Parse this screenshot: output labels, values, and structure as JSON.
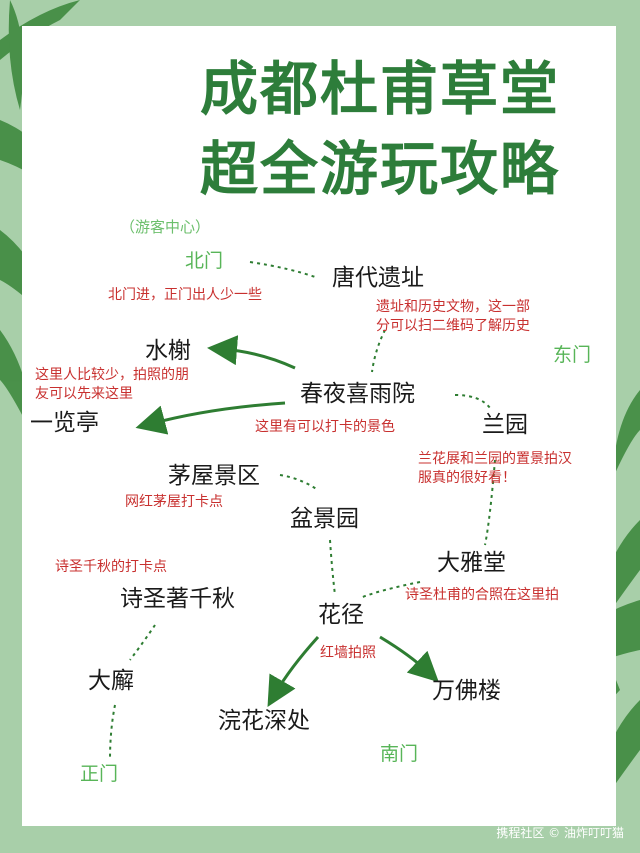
{
  "title": {
    "line1": "成都杜甫草堂",
    "line2": "超全游玩攻略"
  },
  "subtitle": "（游客中心）",
  "gates": {
    "north": "北门",
    "east": "东门",
    "south_main": "正门",
    "south": "南门"
  },
  "nodes": {
    "tang_ruins": "唐代遗址",
    "water_pavilion": "水榭",
    "spring_rain": "春夜喜雨院",
    "overview_pavilion": "一览亭",
    "orchid_garden": "兰园",
    "thatched_cottage": "茅屋景区",
    "bonsai_garden": "盆景园",
    "daya_hall": "大雅堂",
    "poet_sage": "诗圣著千秋",
    "flower_path": "花径",
    "great_corridor": "大廨",
    "wanfo_tower": "万佛楼",
    "washing_flower": "浣花深处"
  },
  "notes": {
    "north_tip": "北门进，正门出人少一些",
    "ruins_tip": [
      "遗址和历史文物，这一部",
      "分可以扫二维码了解历史"
    ],
    "pavilion_tip": [
      "这里人比较少，拍照的朋",
      "友可以先来这里"
    ],
    "spring_tip": "这里有可以打卡的景色",
    "orchid_tip": [
      "兰花展和兰园的置景拍汉",
      "服真的很好看！"
    ],
    "cottage_tip": "网红茅屋打卡点",
    "poet_tip": "诗圣千秋的打卡点",
    "daya_tip": "诗圣杜甫的合照在这里拍",
    "path_tip": "红墙拍照"
  },
  "watermark": "携程社区 © 油炸叮叮猫",
  "colors": {
    "background": "#a8cfa9",
    "title": "#2d7d3a",
    "gate": "#58b558",
    "note": "#c8302f",
    "arrow": "#2e7d32",
    "bamboo": "#3f8a3f"
  }
}
